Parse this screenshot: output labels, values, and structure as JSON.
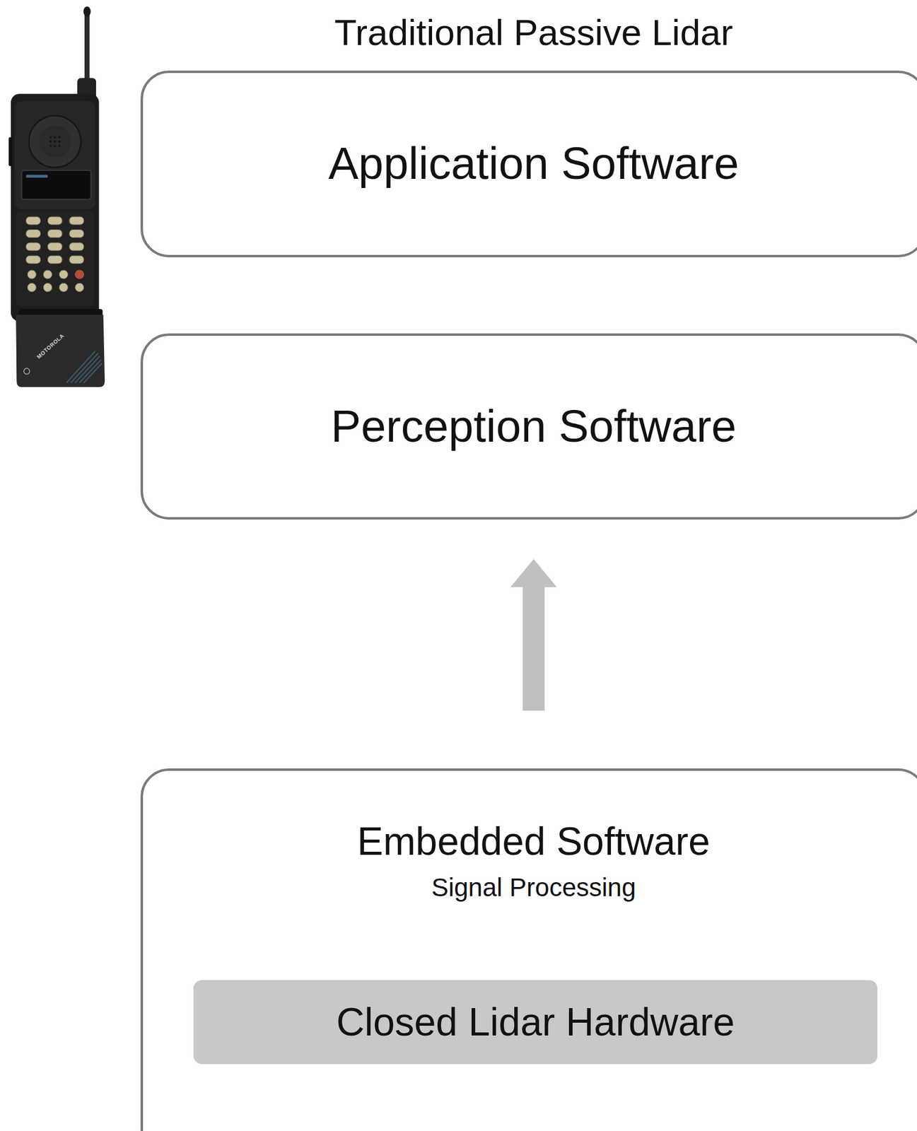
{
  "diagram": {
    "title": "Traditional Passive Lidar",
    "nodes": [
      {
        "text": [
          "Application Software"
        ]
      },
      {
        "text": [
          "Perception Software"
        ]
      },
      {
        "text": [
          "Embedded Software",
          "Signal Processing"
        ]
      },
      {
        "text": [
          "Closed Lidar Hardware"
        ],
        "in": 2
      }
    ],
    "edges": [
      {
        "from": 2,
        "to": 1,
        "arrow": "to"
      }
    ],
    "labels": [
      "MOTOROLA"
    ]
  }
}
